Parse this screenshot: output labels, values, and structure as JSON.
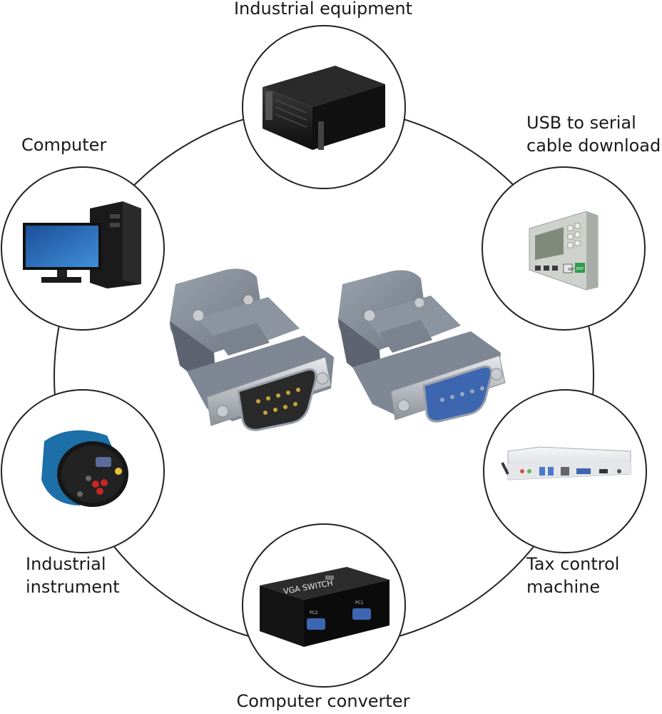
{
  "labels": {
    "industrial_equipment": "Industrial equipment",
    "usb_serial": [
      "USB to serial",
      "cable download"
    ],
    "computer": "Computer",
    "industrial_instrument": [
      "Industrial",
      "instrument"
    ],
    "tax_control": [
      "Tax control",
      "machine"
    ],
    "computer_converter": "Computer converter"
  },
  "device_text": {
    "vga_switch": "VGA SWITCH",
    "pc1": "PC1",
    "pc2": "PC2",
    "ent": "ENT",
    "set": "SET"
  },
  "colors": {
    "ring": "#222222",
    "connector_body": "#7f8794",
    "connector_shadow": "#5d6470",
    "metal": "#c9ccd1",
    "db9_blue": "#3c66b0"
  },
  "icons": [
    "rack-server-icon",
    "plc-hmi-panel-icon",
    "desktop-computer-icon",
    "mini-pc-box-icon",
    "industrial-camera-icon",
    "vga-switch-box-icon",
    "db9-male-connector-icon",
    "db9-female-connector-icon"
  ]
}
